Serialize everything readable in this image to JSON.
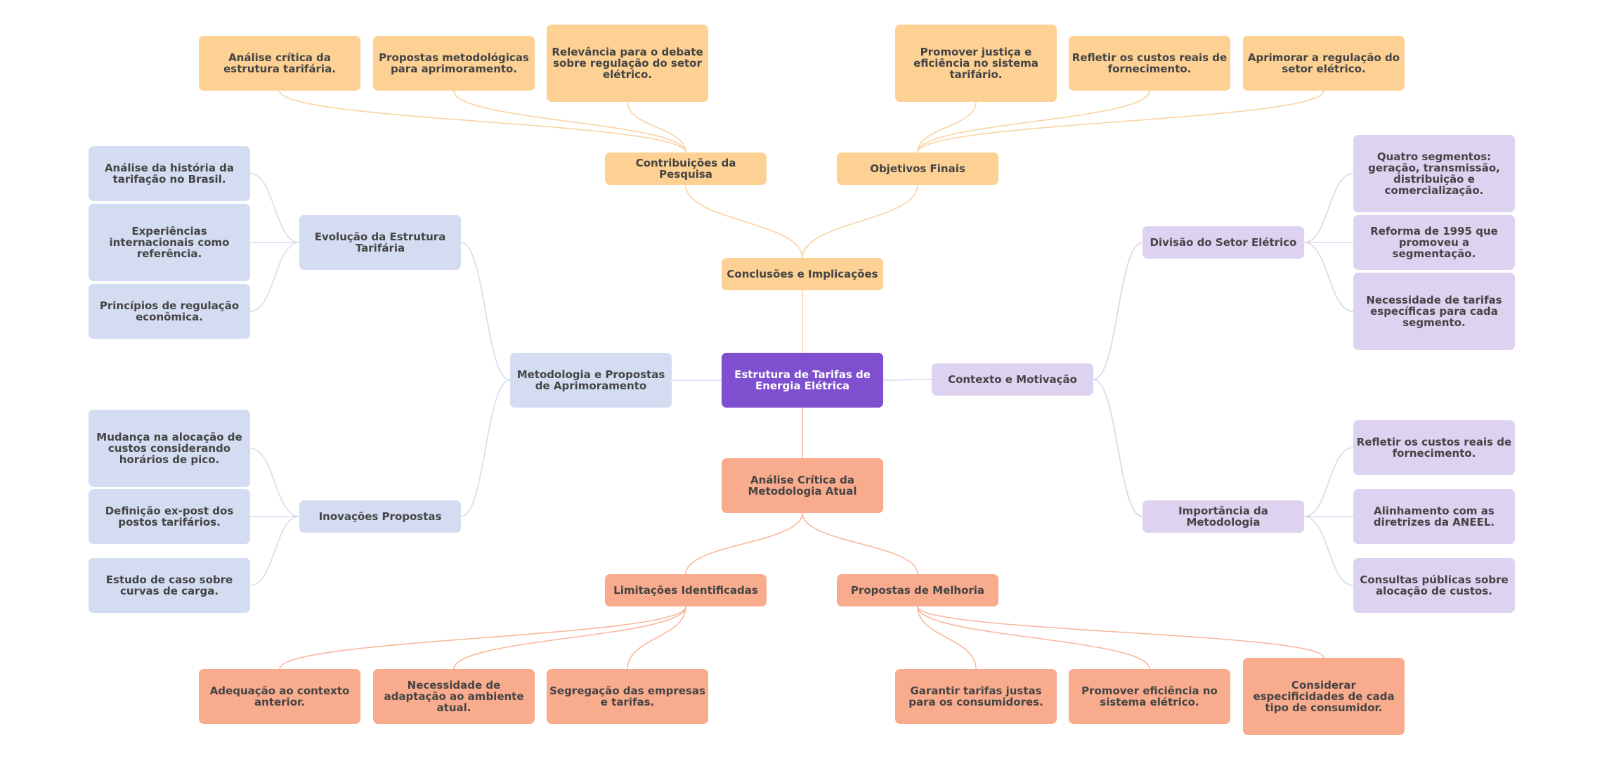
{
  "colors": {
    "root_fill": "#7e4fce",
    "purple_fill": "#ddd3f1",
    "purple_link": "#d9d6ee",
    "blue_fill": "#d3dcf1",
    "blue_link": "#d6dcf0",
    "orange_fill": "#fdd093",
    "orange_link": "#fbd3a3",
    "salmon_fill": "#f9ac8d",
    "salmon_link": "#f9b89c"
  },
  "mindmap": {
    "root": {
      "label": "Estrutura de Tarifas de Energia Elétrica"
    },
    "contexto": {
      "label": "Contexto e Motivação",
      "divisao": {
        "label": "Divisão do Setor Elétrico",
        "items": [
          "Quatro segmentos: geração, transmissão, distribuição e comercialização.",
          "Reforma de 1995 que promoveu a segmentação.",
          "Necessidade de tarifas específicas para cada segmento."
        ]
      },
      "importancia": {
        "label": "Importância da Metodologia",
        "items": [
          "Refletir os custos reais de fornecimento.",
          "Alinhamento com as diretrizes da ANEEL.",
          "Consultas públicas sobre alocação de custos."
        ]
      }
    },
    "metodologia": {
      "label": "Metodologia e Propostas de Aprimoramento",
      "evolucao": {
        "label": "Evolução da Estrutura Tarifária",
        "items": [
          "Análise da história da tarifação no Brasil.",
          "Experiências internacionais como referência.",
          "Princípios de regulação econômica."
        ]
      },
      "inovacoes": {
        "label": "Inovações Propostas",
        "items": [
          "Mudança na alocação de custos considerando horários de pico.",
          "Definição ex-post dos postos tarifários.",
          "Estudo de caso sobre curvas de carga."
        ]
      }
    },
    "conclusoes": {
      "label": "Conclusões e Implicações",
      "contribuicoes": {
        "label": "Contribuições da Pesquisa",
        "items": [
          "Análise crítica da estrutura tarifária.",
          "Propostas metodológicas para aprimoramento.",
          "Relevância para o debate sobre regulação do setor elétrico."
        ]
      },
      "objetivos": {
        "label": "Objetivos Finais",
        "items": [
          "Promover justiça e eficiência no sistema tarifário.",
          "Refletir os custos reais de fornecimento.",
          "Aprimorar a regulação do setor elétrico."
        ]
      }
    },
    "analise": {
      "label": "Análise Crítica da Metodologia Atual",
      "limitacoes": {
        "label": "Limitações Identificadas",
        "items": [
          "Adequação ao contexto anterior.",
          "Necessidade de adaptação ao ambiente atual.",
          "Segregação das empresas e tarifas."
        ]
      },
      "melhoria": {
        "label": "Propostas de Melhoria",
        "items": [
          "Garantir tarifas justas para os consumidores.",
          "Promover eficiência no sistema elétrico.",
          "Considerar especificidades de cada tipo de consumidor."
        ]
      }
    }
  }
}
